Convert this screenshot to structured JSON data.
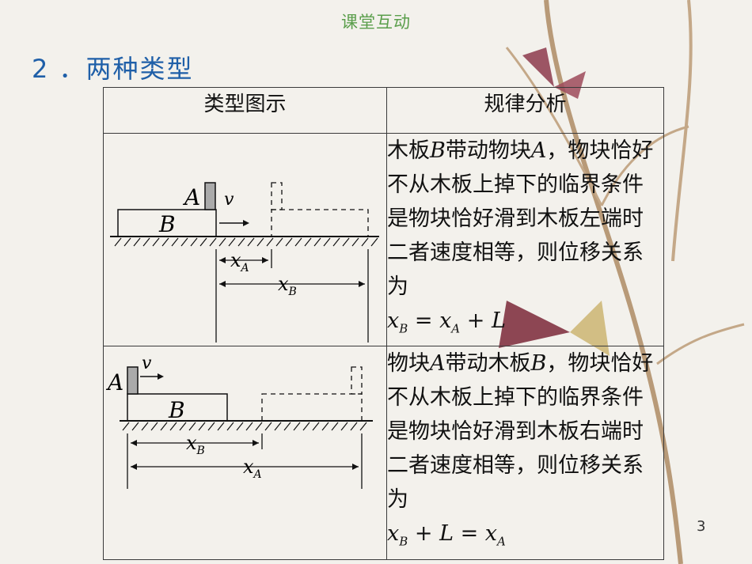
{
  "header": {
    "title": "课堂互动"
  },
  "section": {
    "title": "2 ．两种类型"
  },
  "table": {
    "col1_header": "类型图示",
    "col2_header": "规律分析",
    "rows": [
      {
        "text_before_B": "木板",
        "B": "B",
        "text_mid": "带动物块",
        "A": "A",
        "text_after": "，物块恰好不从木板上掉下的临界条件是物块恰好滑到木板左端时二者速度相等，则位移关系为",
        "formula": {
          "lhs": "x",
          "lhs_sub": "B",
          "eq": " = ",
          "r1": "x",
          "r1_sub": "A",
          "op": " + ",
          "r2": "L"
        },
        "figure": {
          "block_label": "A",
          "board_label": "B",
          "velocity": "v",
          "disp_short": "x",
          "disp_short_sub": "A",
          "disp_long": "x",
          "disp_long_sub": "B"
        }
      },
      {
        "text_before_B": "物块",
        "B": "A",
        "text_mid": "带动木板",
        "A": "B",
        "text_after": "，物块恰好不从木板上掉下的临界条件是物块恰好滑到木板右端时二者速度相等，则位移关系为",
        "formula": {
          "lhs": "x",
          "lhs_sub": "B",
          "eq": " + ",
          "r1": "L",
          "r1_sub": "",
          "op": " = ",
          "r2": "x",
          "r2_sub": "A"
        },
        "figure": {
          "block_label": "A",
          "board_label": "B",
          "velocity": "v",
          "disp_short": "x",
          "disp_short_sub": "B",
          "disp_long": "x",
          "disp_long_sub": "A"
        }
      }
    ]
  },
  "page_number": "3"
}
